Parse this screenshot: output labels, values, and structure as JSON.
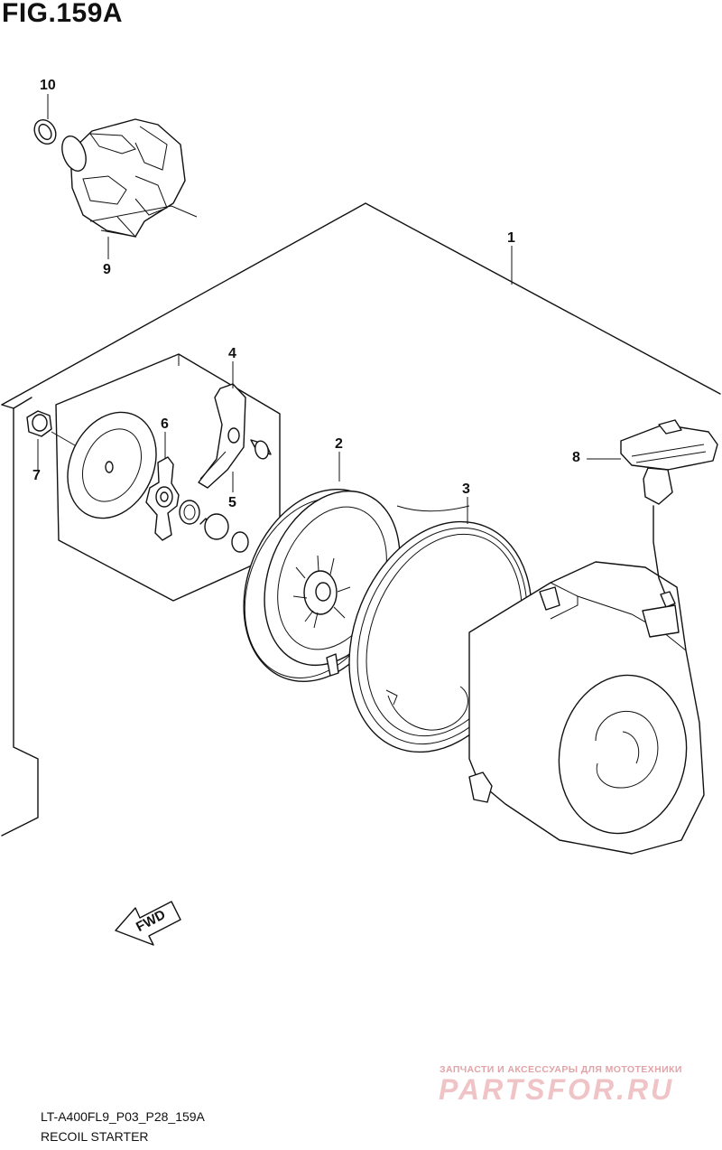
{
  "figure": {
    "title": "FIG.159A",
    "model_code": "LT-A400FL9_P03_P28_159A",
    "section_name": "RECOIL STARTER"
  },
  "callouts": [
    {
      "id": "callout-1",
      "text": "1"
    },
    {
      "id": "callout-2",
      "text": "2"
    },
    {
      "id": "callout-3",
      "text": "3"
    },
    {
      "id": "callout-4",
      "text": "4"
    },
    {
      "id": "callout-5",
      "text": "5"
    },
    {
      "id": "callout-6",
      "text": "6"
    },
    {
      "id": "callout-7",
      "text": "7"
    },
    {
      "id": "callout-8",
      "text": "8"
    },
    {
      "id": "callout-9",
      "text": "9"
    },
    {
      "id": "callout-10",
      "text": "10"
    }
  ],
  "direction_marker": {
    "label": "FWD",
    "icon": "arrow-left-down-icon"
  },
  "watermark": {
    "tagline": "ЗАПЧАСТИ И АКСЕССУАРЫ ДЛЯ МОТОТЕХНИКИ",
    "logo": "PARTSFOR.RU",
    "color": "#e2a3a8"
  }
}
